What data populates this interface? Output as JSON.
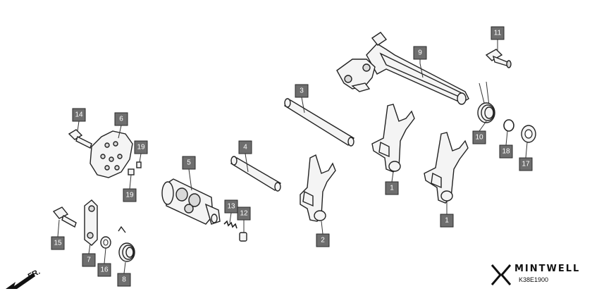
{
  "parts": [
    {
      "id": "part-1",
      "label": "1",
      "name": "shift-fork-1"
    },
    {
      "id": "part-2",
      "label": "2",
      "name": "shift-fork-2"
    },
    {
      "id": "part-3",
      "label": "3",
      "name": "fork-shaft-3"
    },
    {
      "id": "part-4",
      "label": "4",
      "name": "fork-shaft-4"
    },
    {
      "id": "part-5",
      "label": "5",
      "name": "shift-drum"
    },
    {
      "id": "part-6",
      "label": "6",
      "name": "shift-drum-center"
    },
    {
      "id": "part-7",
      "label": "7",
      "name": "stopper-arm"
    },
    {
      "id": "part-8",
      "label": "8",
      "name": "stopper-spring"
    },
    {
      "id": "part-9",
      "label": "9",
      "name": "gearshift-spindle"
    },
    {
      "id": "part-10",
      "label": "10",
      "name": "return-spring"
    },
    {
      "id": "part-11",
      "label": "11",
      "name": "spring-pin"
    },
    {
      "id": "part-12",
      "label": "12",
      "name": "dowel-pin"
    },
    {
      "id": "part-13",
      "label": "13",
      "name": "small-spring"
    },
    {
      "id": "part-14",
      "label": "14",
      "name": "center-bolt"
    },
    {
      "id": "part-15",
      "label": "15",
      "name": "stopper-bolt"
    },
    {
      "id": "part-16",
      "label": "16",
      "name": "stopper-washer"
    },
    {
      "id": "part-17",
      "label": "17",
      "name": "spindle-washer"
    },
    {
      "id": "part-18",
      "label": "18",
      "name": "snap-ring"
    },
    {
      "id": "part-19a",
      "label": "19",
      "name": "pin-19-upper"
    },
    {
      "id": "part-19b",
      "label": "19",
      "name": "pin-19-lower"
    },
    {
      "id": "part-1b",
      "label": "1",
      "name": "shift-fork-1-b"
    }
  ],
  "front_label": "FR.",
  "brand": {
    "name": "MINTWELL",
    "code": "K38E1900"
  }
}
